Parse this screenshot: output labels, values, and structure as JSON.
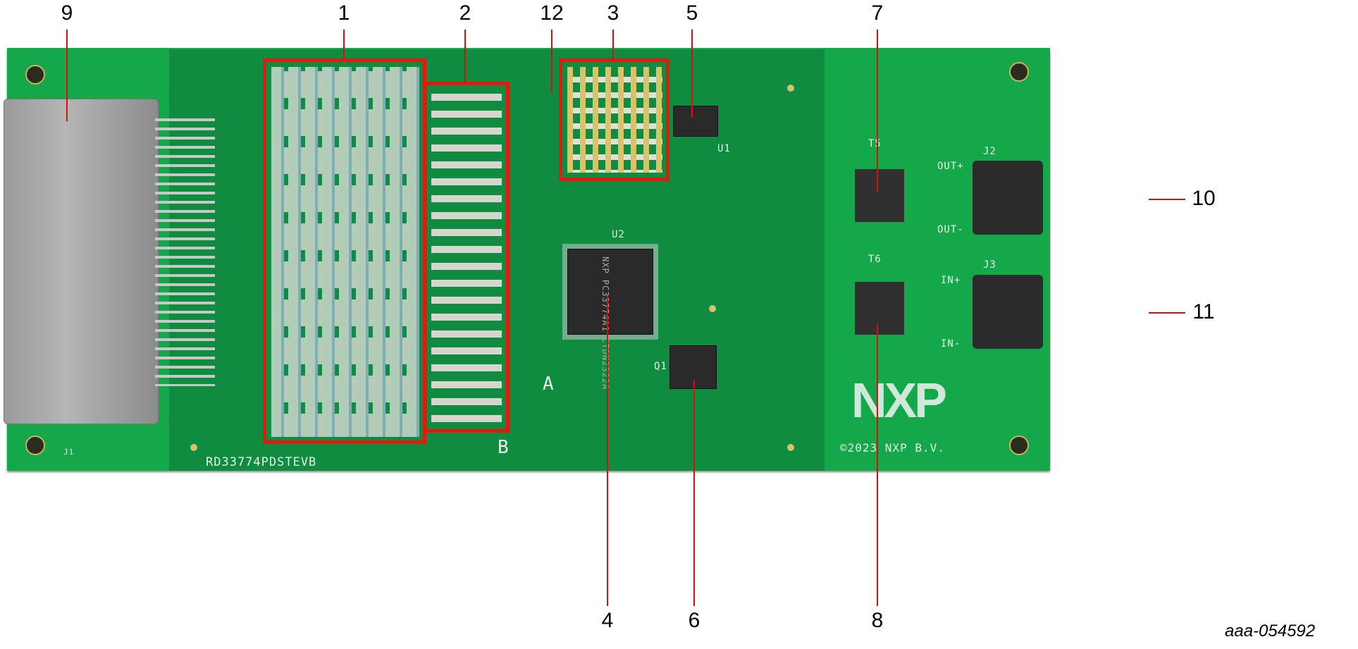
{
  "figure_code": "aaa-054592",
  "callouts": [
    "1",
    "2",
    "3",
    "4",
    "5",
    "6",
    "7",
    "8",
    "9",
    "10",
    "11",
    "12"
  ],
  "colors": {
    "pcb": "#14a84a",
    "pcb_inner": "#0f8c40",
    "highlight": "#e8170e",
    "leader": "#d6110b"
  },
  "board": {
    "name": "RD33774PDSTEVB",
    "copyright": "©2023 NXP B.V.",
    "logo": "NXP",
    "chip_brand": "NXP",
    "chip_part": "PC33774A1",
    "chip_code": "CTDN2322A",
    "labels": {
      "u1": "U1",
      "u2": "U2",
      "j1": "J1",
      "j2": "J2",
      "j3": "J3",
      "q1": "Q1",
      "out_p": "OUT+",
      "out_m": "OUT-",
      "in_p": "IN+",
      "in_m": "IN-",
      "t5": "T5",
      "t6": "T6",
      "a": "A",
      "b": "B"
    }
  }
}
